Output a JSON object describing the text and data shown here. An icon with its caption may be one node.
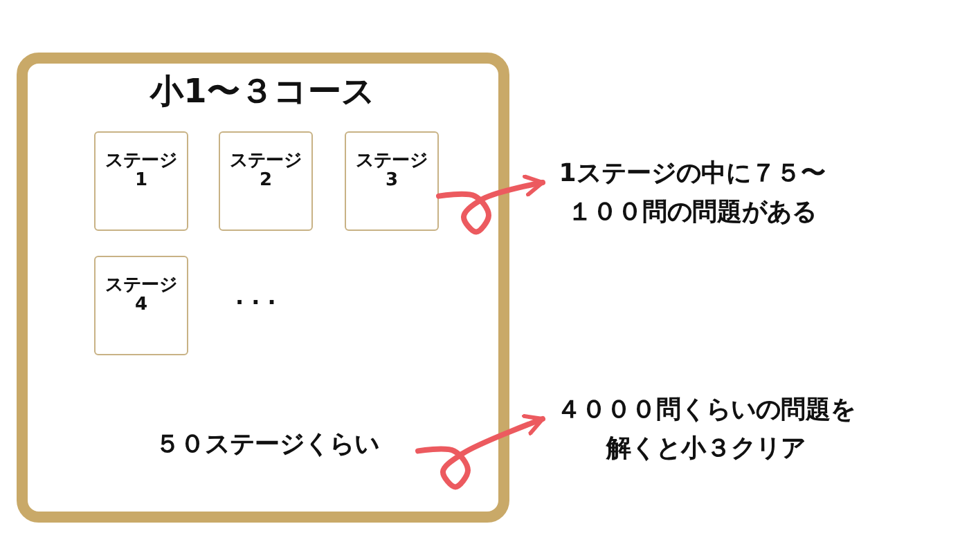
{
  "diagram": {
    "nodes": [
      {
        "text": [
          "小1〜３コース"
        ]
      },
      {
        "text": [
          "ステージ1"
        ],
        "in": 0
      },
      {
        "text": [
          "ステージ2"
        ],
        "in": 0
      },
      {
        "text": [
          "ステージ3"
        ],
        "in": 0
      },
      {
        "text": [
          "ステージ4"
        ],
        "in": 0
      },
      {
        "text": [
          "５０ステージくらい"
        ],
        "in": 0
      },
      {
        "text": [
          "1ステージの中に７５〜１００問の問題がある"
        ]
      },
      {
        "text": [
          "４０００問くらいの問題を解くと小３クリア"
        ]
      }
    ],
    "edges": [
      {
        "from": 3,
        "to": 6,
        "arrow": "to"
      },
      {
        "from": 5,
        "to": 7,
        "arrow": "to"
      }
    ],
    "labels": [
      ". . ."
    ]
  }
}
